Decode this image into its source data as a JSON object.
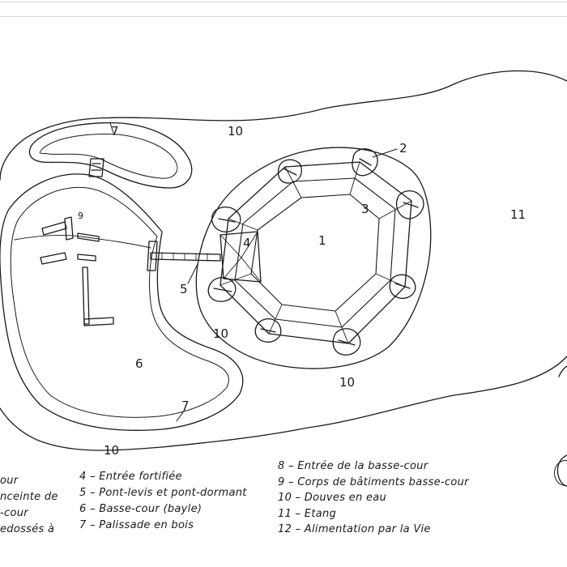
{
  "labels": {
    "n1": "1",
    "n2": "2",
    "n3": "3",
    "n4": "4",
    "n5": "5",
    "n6": "6",
    "n7a": "7",
    "n7b": "7",
    "n9": "9",
    "n10a": "10",
    "n10b": "10",
    "n10c": "10",
    "n10d": "10",
    "n11": "11"
  },
  "legend": {
    "col1": [
      "our",
      "nceinte de",
      "-cour",
      "edossés à"
    ],
    "col2": [
      "4 – Entrée fortifiée",
      "5 – Pont-levis et pont-dormant",
      "6 – Basse-cour (bayle)",
      "7 – Palissade en bois"
    ],
    "col3": [
      "8 – Entrée de la basse-cour",
      "9 – Corps de bâtiments basse-cour",
      "10 – Douves en eau",
      "11 – Etang",
      "12 – Alimentation par la Vie"
    ]
  },
  "colors": {
    "ink": "#1a1a1a",
    "paper": "#ffffff",
    "rule": "#d8d8d8"
  }
}
